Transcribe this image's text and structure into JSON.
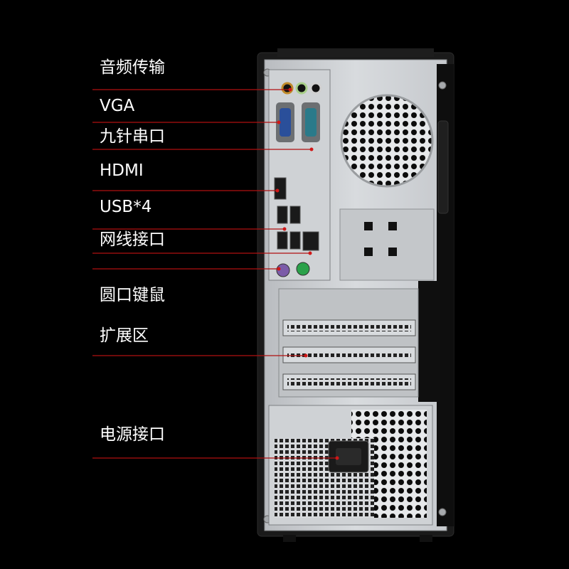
{
  "labels": {
    "audio": "音频传输",
    "vga": "VGA",
    "serial": "九针串口",
    "hdmi": "HDMI",
    "usb": "USB*4",
    "lan": "网线接口",
    "ps2": "圆口键鼠",
    "expansion": "扩展区",
    "power": "电源接口"
  },
  "colors": {
    "background": "#000000",
    "label_text": "#ffffff",
    "leader_line": "#b01010",
    "chassis_panel": "#c9ccd0",
    "vga_port": "#2a4f9a",
    "serial_port": "#2a7a8a",
    "ps2_mouse": "#2aa14a",
    "ps2_keyboard": "#7b5ba8"
  },
  "icons": [
    "vga-port-icon",
    "serial-port-icon",
    "hdmi-port-icon",
    "usb-port-icon",
    "ethernet-port-icon",
    "ps2-port-icon",
    "power-socket-icon",
    "fan-grill-icon"
  ]
}
